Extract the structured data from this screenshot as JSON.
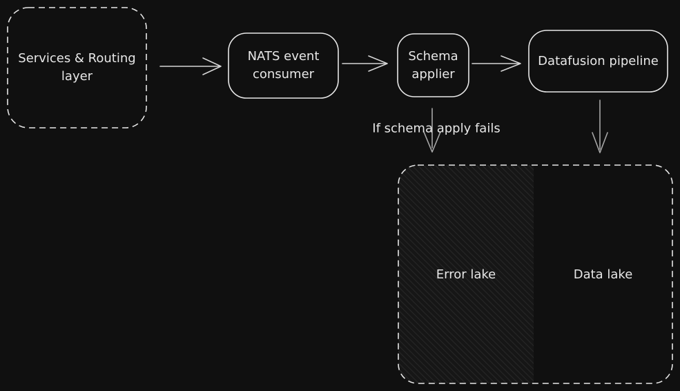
{
  "theme": {
    "canvas_bg": "#101010",
    "stroke": "#e7e7e7",
    "arrow": "#d6d6d6",
    "muted_arrow": "#a8a8a8"
  },
  "nodes": {
    "services": {
      "line1": "Services & Routing",
      "line2": "layer"
    },
    "nats": {
      "line1": "NATS event",
      "line2": "consumer"
    },
    "schema": {
      "line1": "Schema",
      "line2": "applier"
    },
    "datafusion": {
      "label": "Datafusion pipeline"
    }
  },
  "lakes": {
    "error": "Error lake",
    "data": "Data lake"
  },
  "annotations": {
    "schema_fail": "If schema apply fails"
  }
}
